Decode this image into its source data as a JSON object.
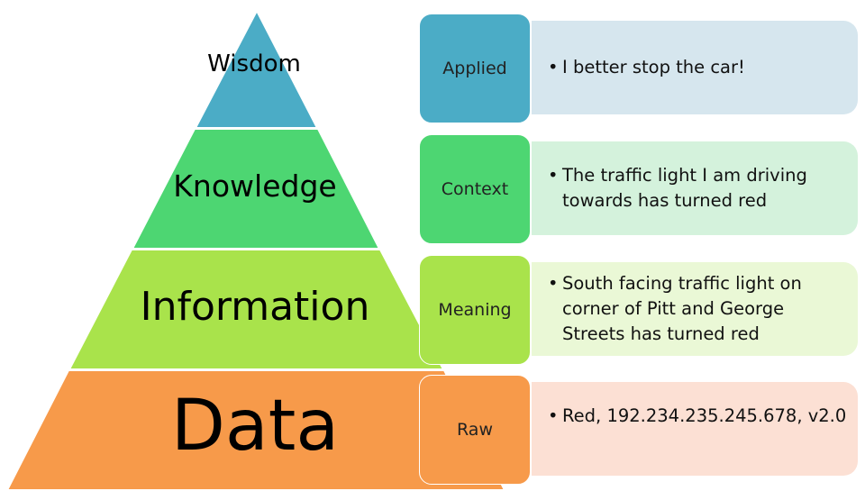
{
  "pyramid": {
    "tiers": [
      {
        "label": "Wisdom",
        "color": "#4bacc6"
      },
      {
        "label": "Knowledge",
        "color": "#4dd672"
      },
      {
        "label": "Information",
        "color": "#a9e34b"
      },
      {
        "label": "Data",
        "color": "#f79a4a"
      }
    ]
  },
  "rows": [
    {
      "tag": "Applied",
      "description": "I better stop the car!"
    },
    {
      "tag": "Context",
      "description": "The traffic light I am driving towards has turned red"
    },
    {
      "tag": "Meaning",
      "description": "South facing traffic light on corner of Pitt and George Streets has turned red"
    },
    {
      "tag": "Raw",
      "description": "Red, 192.234.235.245.678, v2.0"
    }
  ]
}
